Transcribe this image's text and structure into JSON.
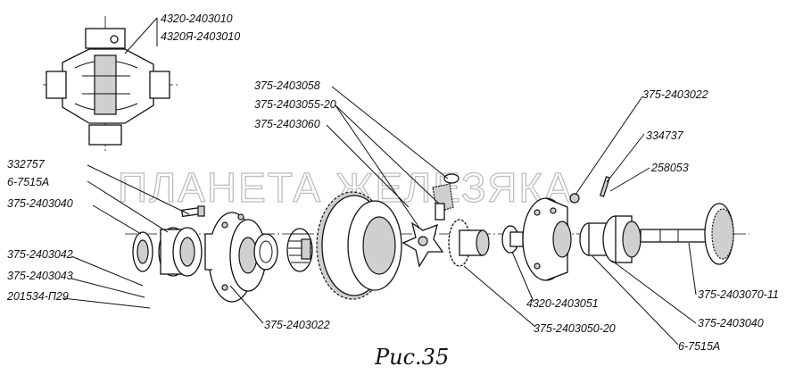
{
  "watermark": "ПЛАНЕТА ЖЕЛЕЗЯКА",
  "caption": "Рис.35",
  "labels": {
    "top_1": "4320-2403010",
    "top_2": "4320Я-2403010",
    "l_332757": "332757",
    "l_6_7515A_left": "6-7515А",
    "l_2403040_left": "375-2403040",
    "l_2403042": "375-2403042",
    "l_2403043": "375-2403043",
    "l_201534": "201534-П29",
    "l_2403058": "375-2403058",
    "l_2403055": "375-2403055-20",
    "l_2403060": "375-2403060",
    "l_2403022_bottom": "375-2403022",
    "l_2403022_top": "375-2403022",
    "l_334737": "334737",
    "l_258053": "258053",
    "l_2403051": "4320-2403051",
    "l_2403050": "375-2403050-20",
    "l_2403070": "375-2403070-11",
    "l_2403040_right": "375-2403040",
    "l_6_7515A_right": "6-7515А"
  }
}
